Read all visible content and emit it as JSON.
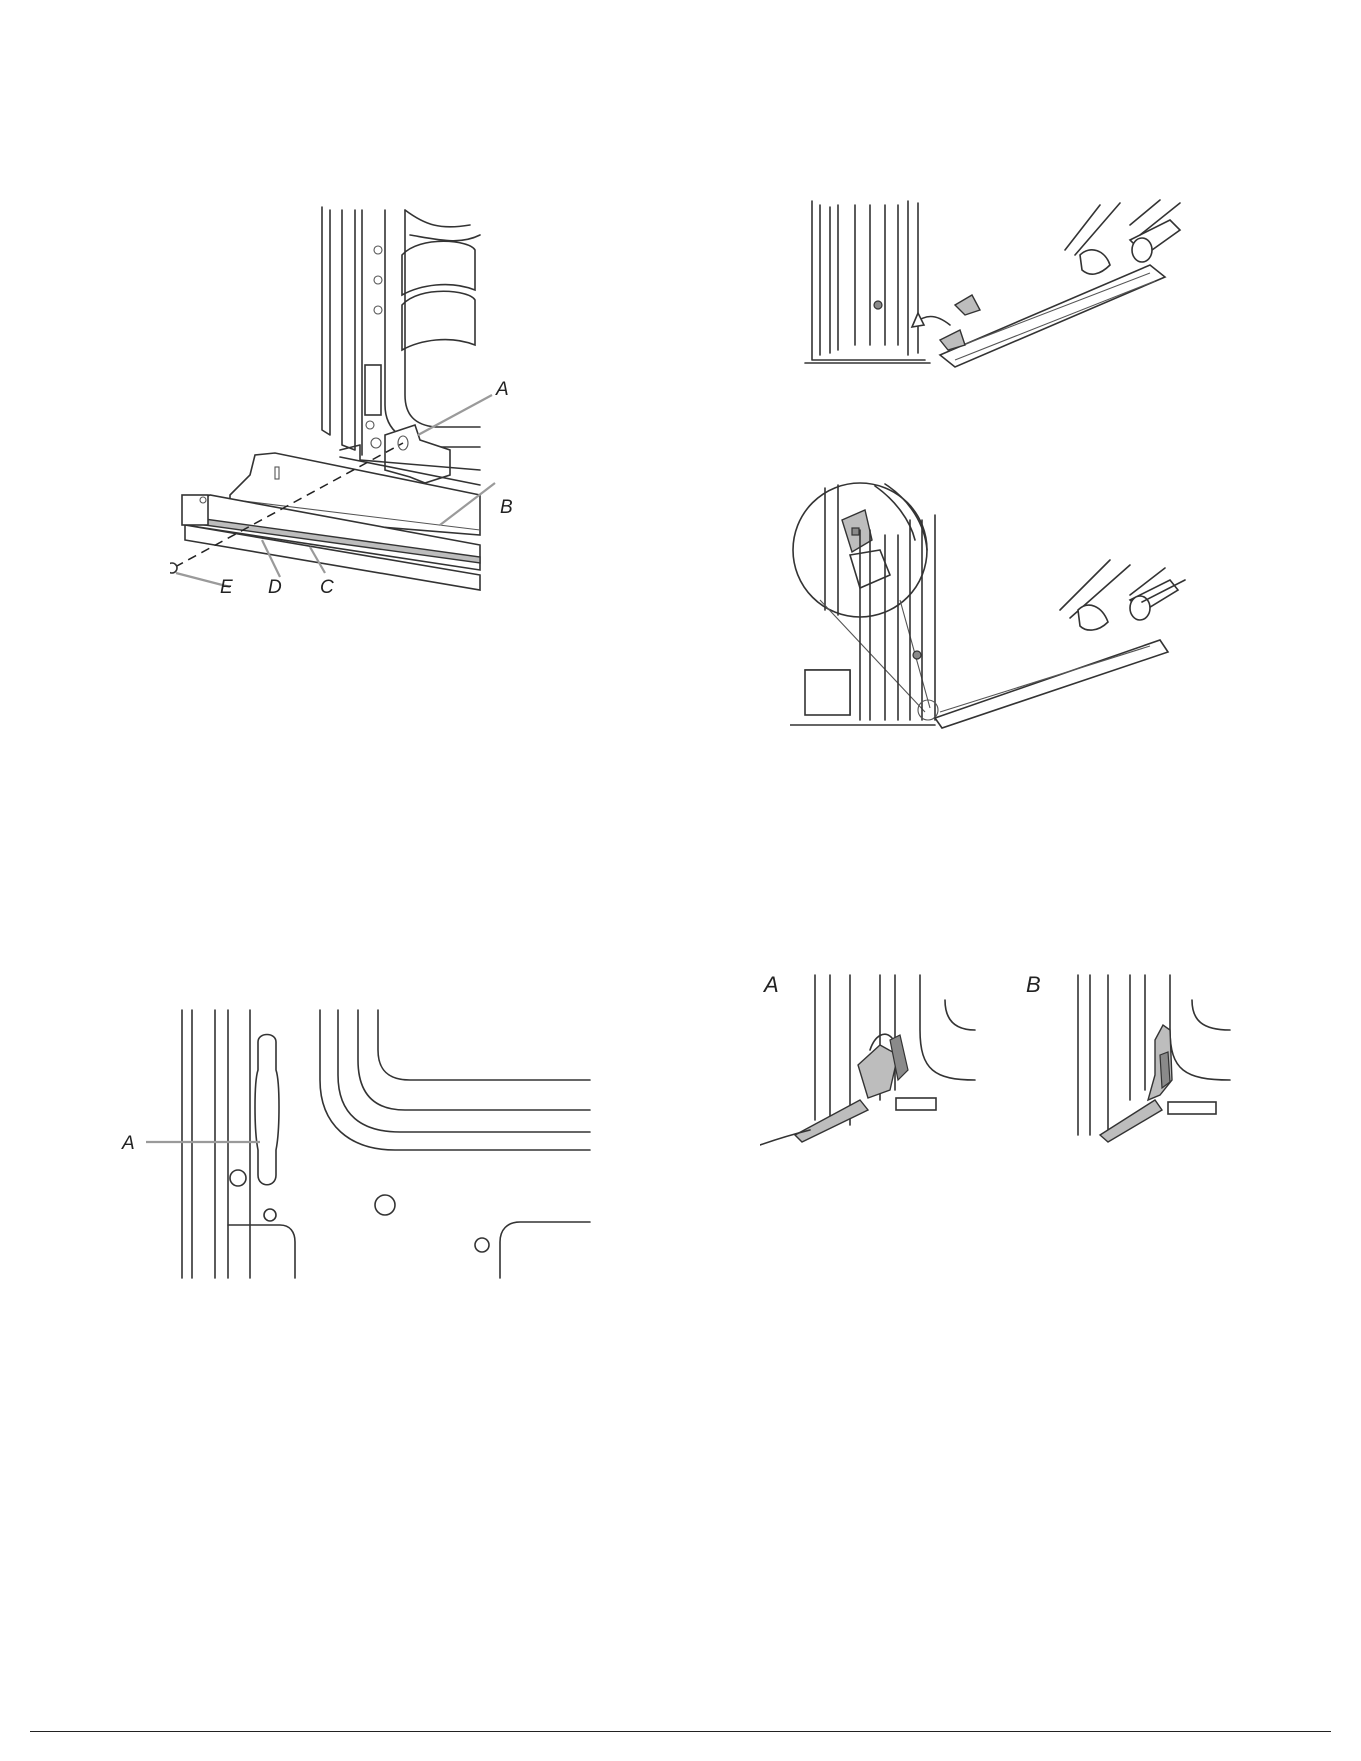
{
  "figures": {
    "trim_assembly": {
      "callouts": [
        "A",
        "B",
        "C",
        "D",
        "E"
      ]
    },
    "door_removal": {
      "steps": [
        "lift-door",
        "door-engaged"
      ]
    },
    "hinge_slot": {
      "callouts": [
        "A"
      ]
    },
    "hinge_lock": {
      "panels": [
        {
          "label": "A"
        },
        {
          "label": "B"
        }
      ]
    }
  }
}
